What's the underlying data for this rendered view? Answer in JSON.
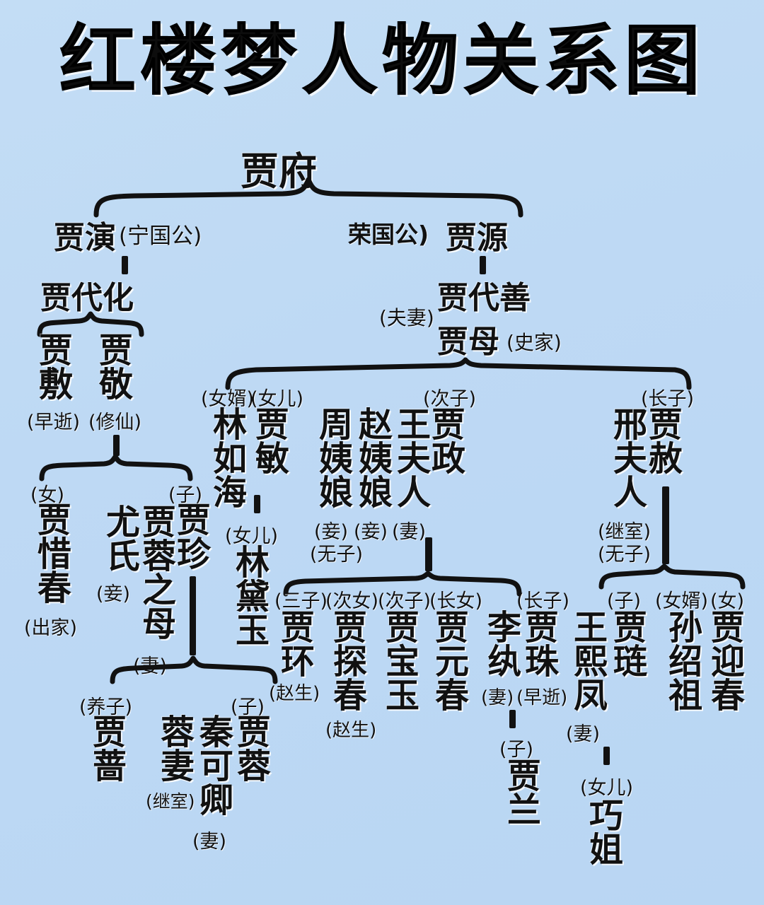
{
  "title": "红楼梦人物关系图",
  "theme": {
    "background": "#bed9f4",
    "ink": "#111111"
  },
  "nodes": {
    "jiafu": {
      "name": "贾府"
    },
    "jiayan": {
      "name": "贾演",
      "title": "(宁国公)"
    },
    "jiayuan": {
      "name": "贾源",
      "title": "荣国公)"
    },
    "jiadaihua": {
      "name": "贾代化"
    },
    "jiadaishan": {
      "name": "贾代善",
      "relation": "(夫妻)"
    },
    "jiamu": {
      "name": "贾母",
      "origin": "(史家)"
    },
    "jiafu_shang": {
      "name": "贾敷",
      "note": "(早逝)"
    },
    "jiajing": {
      "name": "贾敬",
      "note": "(修仙)"
    },
    "jiaxichun": {
      "name": "贾惜春",
      "role": "(女)",
      "note": "(出家)"
    },
    "youshi": {
      "name": "尤氏",
      "note": "(妾)"
    },
    "jiarongzhimu": {
      "name": "贾蓉之母",
      "note": "(妻)"
    },
    "jiazhen": {
      "name": "贾珍",
      "role": "(子)"
    },
    "jiaqiang": {
      "name": "贾蔷",
      "role": "(养子)"
    },
    "rongqi": {
      "name": "蓉妻",
      "note": "(继室)"
    },
    "qinkeqing": {
      "name": "秦可卿",
      "note": "(妻)"
    },
    "jiarong": {
      "name": "贾蓉",
      "role": "(子)"
    },
    "linruhai": {
      "name": "林如海",
      "role": "(女婿)"
    },
    "jiamin": {
      "name": "贾敏",
      "role": "(女儿)"
    },
    "lindaiyu": {
      "name": "林黛玉",
      "role": "(女儿)"
    },
    "zhouyiniang": {
      "name": "周姨娘",
      "note": "(妾)",
      "note2": "(无子)"
    },
    "zhaoyiniang": {
      "name": "赵姨娘",
      "note": "(妾)"
    },
    "wangfuren": {
      "name": "王夫人",
      "note": "(妻)"
    },
    "jiazheng": {
      "name": "贾政",
      "role": "(次子)"
    },
    "jiahuan": {
      "name": "贾环",
      "role": "(三子)",
      "note": "(赵生)"
    },
    "jiatanchun": {
      "name": "贾探春",
      "role": "(次女)",
      "note": "(赵生)"
    },
    "jiabaoyu": {
      "name": "贾宝玉",
      "role": "(次子)"
    },
    "jiayuanchun": {
      "name": "贾元春",
      "role": "(长女)"
    },
    "liwan": {
      "name": "李纨",
      "note": "(妻)"
    },
    "jiazhu": {
      "name": "贾珠",
      "role": "(长子)",
      "note": "(早逝)"
    },
    "jialan": {
      "name": "贾兰",
      "role": "(子)"
    },
    "xingfuren": {
      "name": "邢夫人",
      "note": "(继室)",
      "note2": "(无子)"
    },
    "jiashe": {
      "name": "贾赦",
      "role": "(长子)"
    },
    "wangxifeng": {
      "name": "王熙凤",
      "note": "(妻)"
    },
    "jialian": {
      "name": "贾琏",
      "role": "(子)"
    },
    "qiaojie": {
      "name": "巧姐",
      "role": "(女儿)"
    },
    "sunshaozu": {
      "name": "孙绍祖",
      "role": "(女婿)"
    },
    "jiayingchun": {
      "name": "贾迎春",
      "role": "(女)"
    }
  }
}
